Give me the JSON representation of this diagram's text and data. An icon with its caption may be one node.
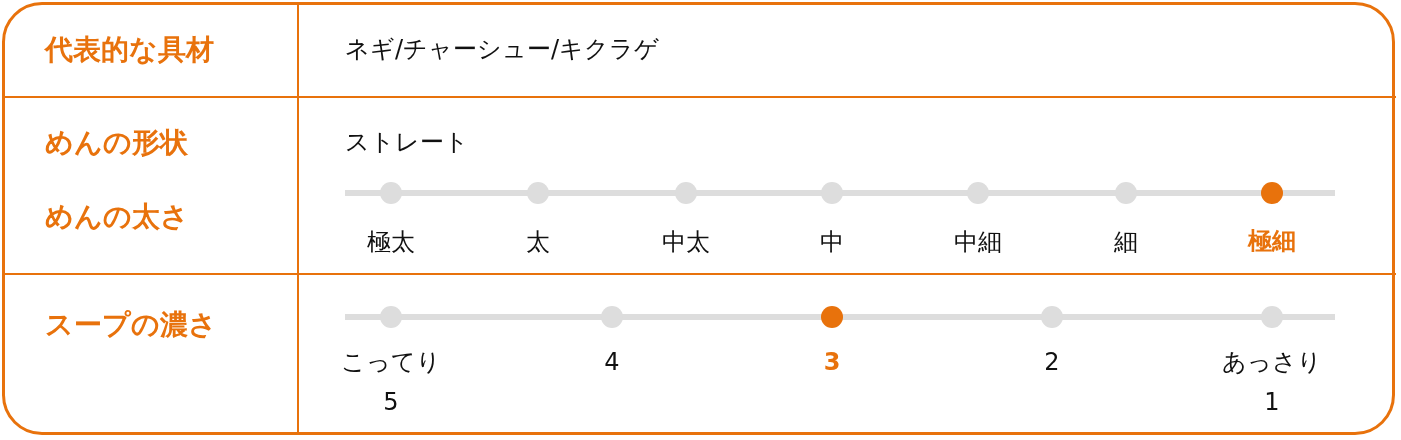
{
  "diagram": {
    "labels": [
      "代表的な具材",
      "ネギ/チャーシュー/キクラゲ",
      "めんの形状",
      "ストレート",
      "めんの太さ",
      "極太",
      "太",
      "中太",
      "中",
      "中細",
      "細",
      "極細",
      "スープの濃さ",
      "こってり",
      "4",
      "3",
      "2",
      "あっさり",
      "5",
      "1"
    ]
  }
}
